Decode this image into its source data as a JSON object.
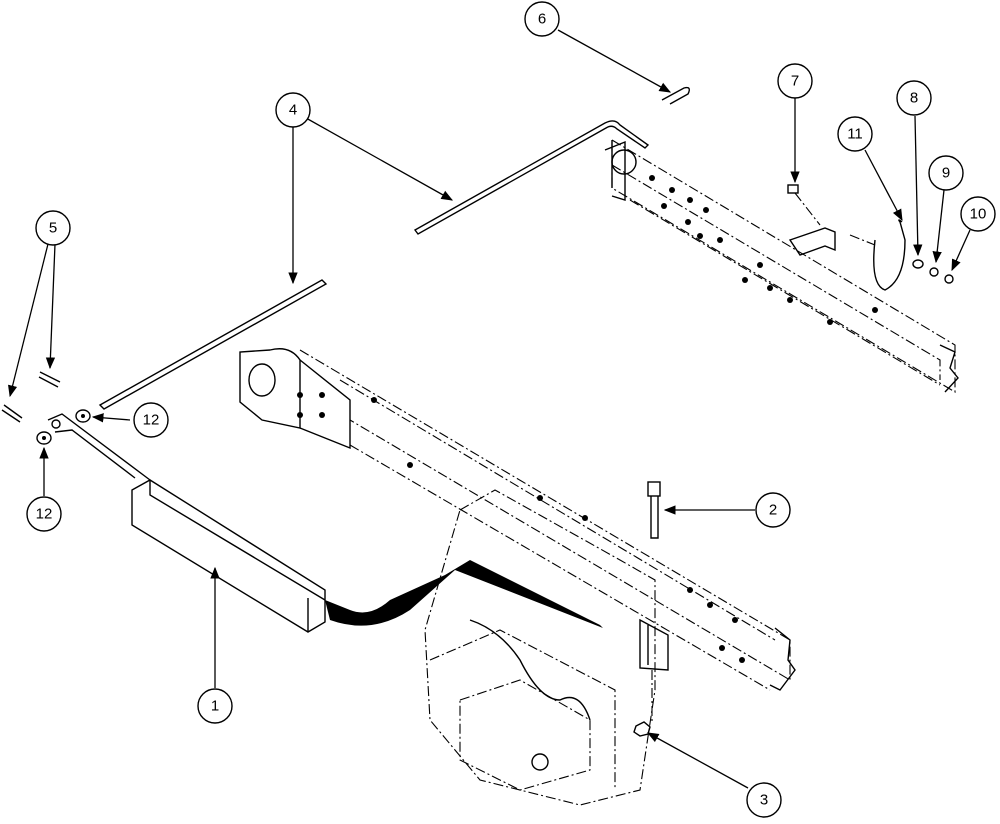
{
  "callouts": [
    {
      "id": "c1",
      "label": "1"
    },
    {
      "id": "c2",
      "label": "2"
    },
    {
      "id": "c3",
      "label": "3"
    },
    {
      "id": "c4",
      "label": "4"
    },
    {
      "id": "c5",
      "label": "5"
    },
    {
      "id": "c6",
      "label": "6"
    },
    {
      "id": "c7",
      "label": "7"
    },
    {
      "id": "c8",
      "label": "8"
    },
    {
      "id": "c9",
      "label": "9"
    },
    {
      "id": "c10",
      "label": "10"
    },
    {
      "id": "c11",
      "label": "11"
    },
    {
      "id": "c12a",
      "label": "12"
    },
    {
      "id": "c12b",
      "label": "12"
    }
  ]
}
